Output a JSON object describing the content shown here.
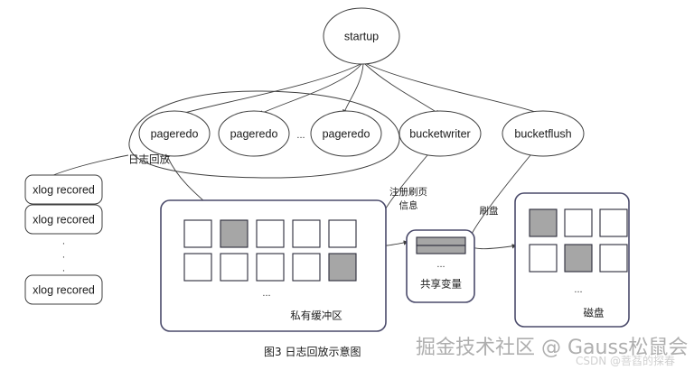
{
  "figure": {
    "caption": "图3 日志回放示意图",
    "watermark_main": "掘金技术社区 @ Gauss松鼠会",
    "watermark_sub": "CSDN @菩萏的探春"
  },
  "colors": {
    "fill_gray": "#a6a6a6",
    "box_stroke": "#4a4a6a",
    "line_stroke": "#3f3f3f",
    "background": "#ffffff"
  },
  "nodes": {
    "root": {
      "label": "startup"
    },
    "workers": [
      {
        "label": "pageredo"
      },
      {
        "label": "pageredo"
      },
      {
        "label": "pageredo"
      },
      {
        "label": "bucketwriter"
      },
      {
        "label": "bucketflush"
      }
    ],
    "worker_ellipsis": "..."
  },
  "edge_labels": {
    "log_replay": "日志回放",
    "register_flush_page_info_line1": "注册刷页",
    "register_flush_page_info_line2": "信息",
    "flush_disk": "刷盘"
  },
  "xlog_records": {
    "items": [
      {
        "label": "xlog recored"
      },
      {
        "label": "xlog recored"
      },
      {
        "label": "xlog recored"
      }
    ],
    "vertical_ellipsis": [
      "·",
      "·",
      "·"
    ]
  },
  "private_buffer": {
    "title": "私有缓冲区",
    "ellipsis": "...",
    "rows": [
      [
        {
          "filled": false
        },
        {
          "filled": true
        },
        {
          "filled": false
        },
        {
          "filled": false
        },
        {
          "filled": false
        }
      ],
      [
        {
          "filled": false
        },
        {
          "filled": false
        },
        {
          "filled": false
        },
        {
          "filled": false
        },
        {
          "filled": true
        }
      ]
    ]
  },
  "shared_variable": {
    "title": "共享变量",
    "ellipsis": "...",
    "bars": [
      {
        "filled": true
      },
      {
        "filled": true
      }
    ]
  },
  "disk": {
    "title": "磁盘",
    "ellipsis": "...",
    "rows": [
      [
        {
          "filled": true
        },
        {
          "filled": false
        },
        {
          "filled": false
        }
      ],
      [
        {
          "filled": false
        },
        {
          "filled": true
        },
        {
          "filled": false
        }
      ]
    ]
  }
}
